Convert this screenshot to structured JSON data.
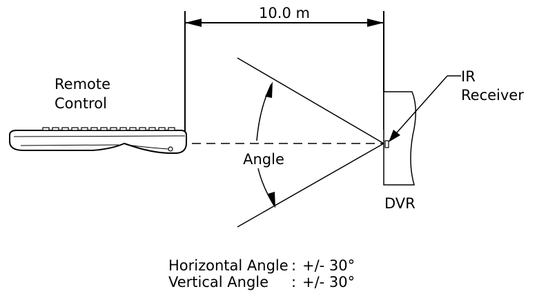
{
  "distance": {
    "label": "10.0 m"
  },
  "remote": {
    "label_line1": "Remote",
    "label_line2": "Control"
  },
  "ir_receiver": {
    "label_line1": "IR",
    "label_line2": "Receiver"
  },
  "angle": {
    "label": "Angle"
  },
  "dvr": {
    "label": "DVR"
  },
  "specs": {
    "horizontal_name": "Horizontal Angle",
    "horizontal_sep": ":",
    "horizontal_value": "+/- 30°",
    "vertical_name": "Vertical Angle",
    "vertical_sep": ":",
    "vertical_value": "+/- 30°"
  }
}
